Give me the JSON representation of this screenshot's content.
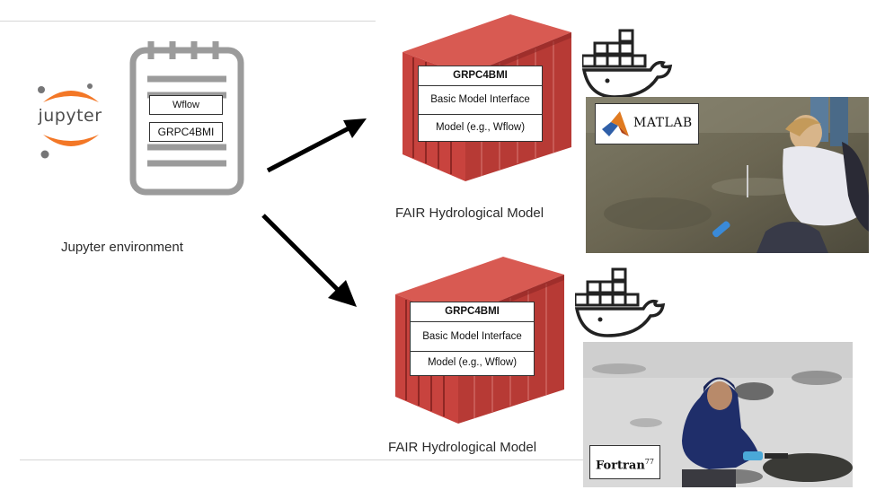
{
  "jupyter": {
    "logo_text": "jupyter",
    "caption": "Jupyter environment"
  },
  "notebook": {
    "label_top": "Wflow",
    "label_bottom": "GRPC4BMI"
  },
  "containers": [
    {
      "rows": [
        "GRPC4BMI",
        "Basic Model Interface",
        "Model (e.g., Wflow)"
      ],
      "caption": "FAIR Hydrological Model",
      "language_badge": "MATLAB"
    },
    {
      "rows": [
        "GRPC4BMI",
        "Basic Model Interface",
        "Model (e.g., Wflow)"
      ],
      "caption": "FAIR Hydrological Model",
      "language_badge": "Fortran",
      "language_badge_sup": "77"
    }
  ],
  "colors": {
    "container_red": "#c8433e",
    "container_dark": "#8f2724",
    "jupyter_orange": "#f37726",
    "notebook_gray": "#9b9b9b"
  },
  "icons": [
    "jupyter-logo-icon",
    "notebook-icon",
    "arrow-icon",
    "docker-whale-icon",
    "matlab-logo-icon"
  ]
}
